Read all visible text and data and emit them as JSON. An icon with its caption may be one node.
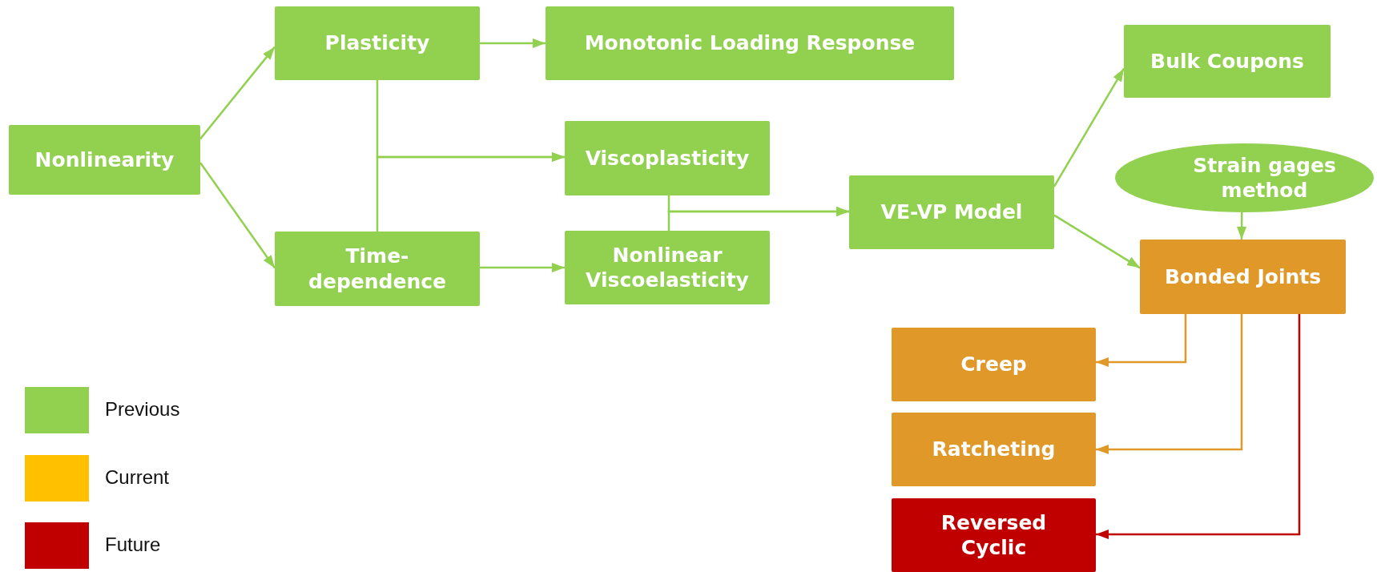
{
  "diagram": {
    "nodes": [
      {
        "text": [
          "Nonlinearity"
        ]
      },
      {
        "text": [
          "Plasticity"
        ]
      },
      {
        "text": [
          "Monotonic Loading Response"
        ]
      },
      {
        "text": [
          "Viscoplasticity"
        ]
      },
      {
        "text": [
          "Time-dependence"
        ]
      },
      {
        "text": [
          "Nonlinear Viscoelasticity"
        ]
      },
      {
        "text": [
          "VE-VP Model"
        ]
      },
      {
        "text": [
          "Bulk Coupons"
        ]
      },
      {
        "text": [
          "Strain gages method"
        ]
      },
      {
        "text": [
          "Bonded Joints"
        ]
      },
      {
        "text": [
          "Creep"
        ]
      },
      {
        "text": [
          "Ratcheting"
        ]
      },
      {
        "text": [
          "Reversed Cyclic"
        ]
      }
    ],
    "edges": [
      {
        "from": 0,
        "to": 1,
        "arrow": "to"
      },
      {
        "from": 0,
        "to": 4,
        "arrow": "to"
      },
      {
        "from": 1,
        "to": 2,
        "arrow": "to"
      },
      {
        "from": 1,
        "to": 3,
        "arrow": "to"
      },
      {
        "from": 4,
        "to": 3,
        "arrow": "to"
      },
      {
        "from": 4,
        "to": 5,
        "arrow": "to"
      },
      {
        "from": 3,
        "to": 6,
        "arrow": "to"
      },
      {
        "from": 5,
        "to": 6,
        "arrow": "to"
      },
      {
        "from": 6,
        "to": 7,
        "arrow": "to"
      },
      {
        "from": 6,
        "to": 9,
        "arrow": "to"
      },
      {
        "from": 8,
        "to": 9,
        "arrow": "to"
      },
      {
        "from": 9,
        "to": 10,
        "arrow": "to",
        "color": "#e09828"
      },
      {
        "from": 9,
        "to": 11,
        "arrow": "to",
        "color": "#e09828"
      },
      {
        "from": 9,
        "to": 12,
        "arrow": "to",
        "color": "#c00000"
      }
    ],
    "legend": [
      {
        "text": "Previous",
        "color": "#92d050"
      },
      {
        "text": "Current",
        "color": "#ffc000"
      },
      {
        "text": "Future",
        "color": "#c00000"
      }
    ]
  }
}
